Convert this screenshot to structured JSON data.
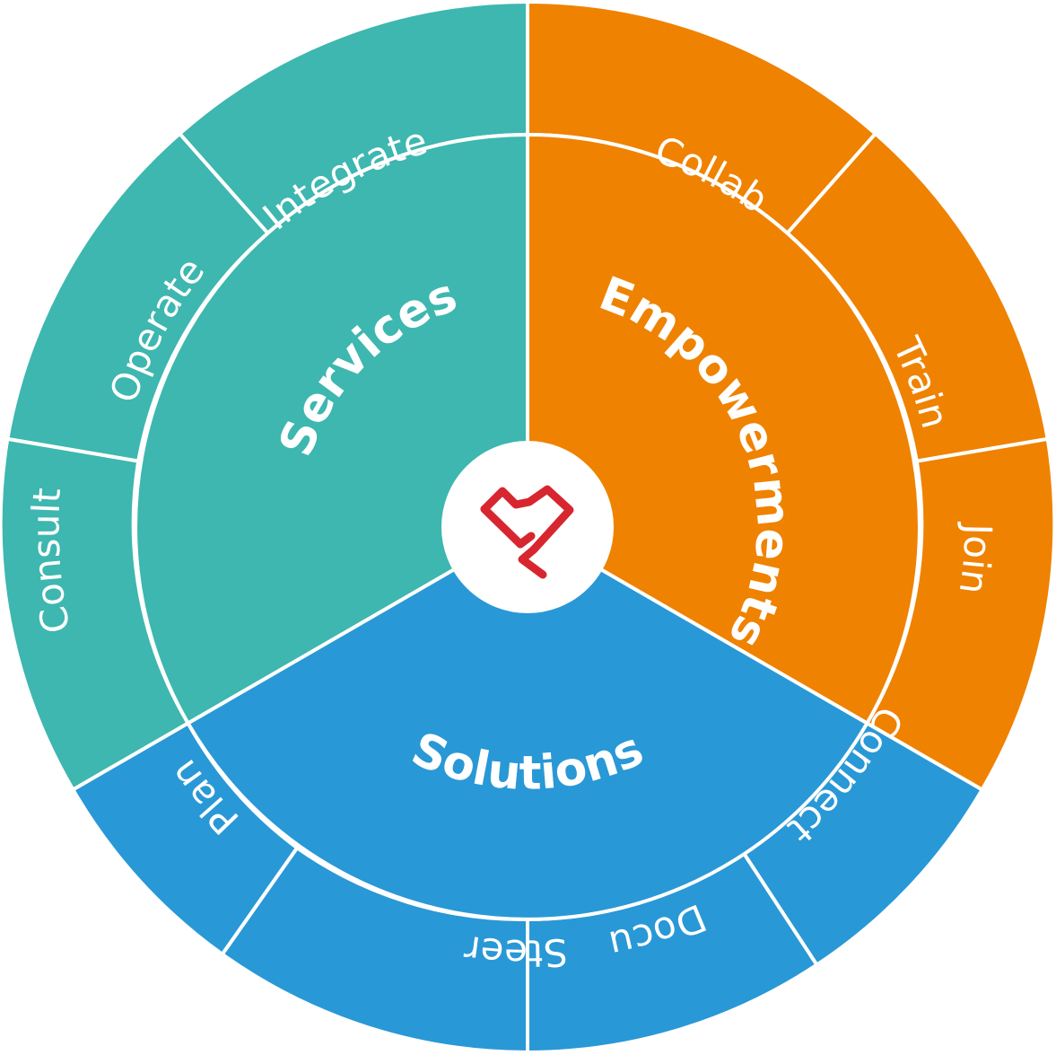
{
  "center_icon": "heart-logo",
  "colors": {
    "services": "#3db7af",
    "empowerments": "#ef8200",
    "solutions": "#2998d6",
    "logo": "#d7262f",
    "center": "#ffffff"
  },
  "sectors": [
    {
      "id": "services",
      "label": "Services",
      "items": [
        "Integrate",
        "Operate",
        "Consult"
      ]
    },
    {
      "id": "empowerments",
      "label": "Empowerments",
      "items": [
        "Collab",
        "Train",
        "Join"
      ]
    },
    {
      "id": "solutions",
      "label": "Solutions",
      "items": [
        "Connect",
        "Docu",
        "Steer",
        "Plan"
      ]
    }
  ]
}
